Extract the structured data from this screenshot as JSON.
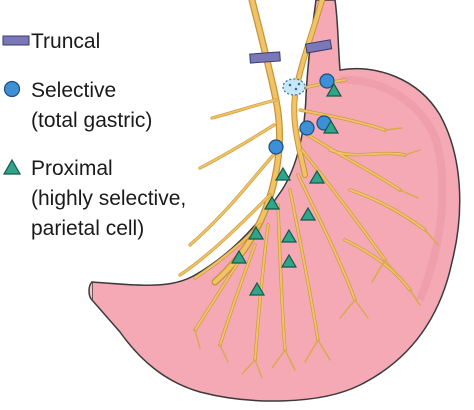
{
  "legend": {
    "truncal": {
      "label": "Truncal",
      "icon": "rectangle-marker-icon",
      "color": "#7b78b8"
    },
    "selective": {
      "line1": "Selective",
      "line2": "(total gastric)",
      "icon": "circle-marker-icon",
      "color": "#3d8fd6"
    },
    "proximal": {
      "line1": "Proximal",
      "line2": "(highly selective,",
      "line3": "parietal cell)",
      "icon": "triangle-marker-icon",
      "color": "#2fa58a"
    }
  },
  "colors": {
    "stomach": "#f4a9b4",
    "stomach_stroke": "#3a3a3a",
    "nerve": "#f0c368",
    "nerve_stroke": "#c89432"
  }
}
